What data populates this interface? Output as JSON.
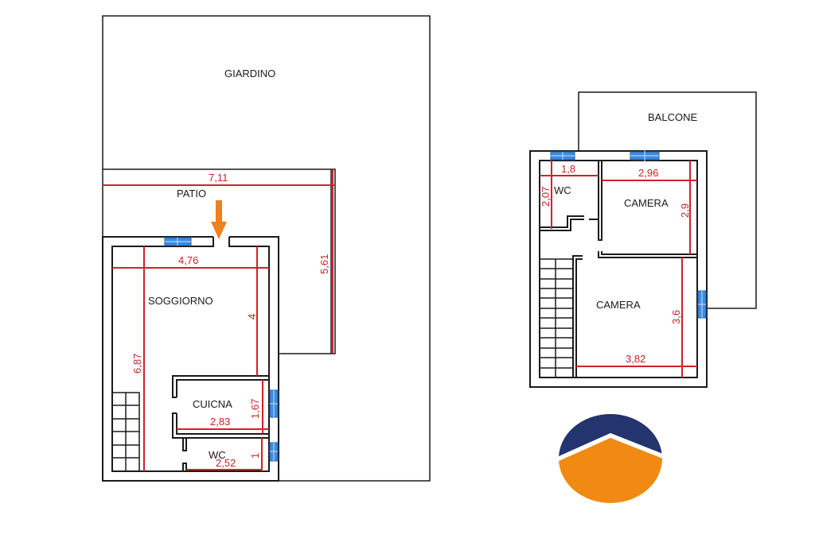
{
  "ground_floor": {
    "rooms": {
      "garden": "GIARDINO",
      "patio": "PATIO",
      "living": "SOGGIORNO",
      "kitchen": "CUICNA",
      "wc": "WC"
    },
    "dimensions": {
      "patio_width": "7,11",
      "patio_depth": "5,61",
      "living_width": "4,76",
      "living_depth": "4",
      "house_depth": "6,87",
      "kitchen_width": "2,83",
      "kitchen_depth": "1,67",
      "wc_width": "2,52",
      "wc_depth": "1"
    }
  },
  "first_floor": {
    "rooms": {
      "balcony": "BALCONE",
      "wc": "WC",
      "bedroom_1": "CAMERA",
      "bedroom_2": "CAMERA"
    },
    "dimensions": {
      "wc_width": "1,8",
      "wc_depth": "2,07",
      "bedroom_1_width": "2,96",
      "bedroom_1_depth": "2,9",
      "bedroom_2_width": "3,82",
      "bedroom_2_depth": "3,6"
    }
  },
  "colors": {
    "dimension": "#d0212a",
    "window": "#3b8be0",
    "entrance_arrow": "#f07f1e",
    "logo_top": "#23346e",
    "logo_bottom": "#f08a12"
  }
}
